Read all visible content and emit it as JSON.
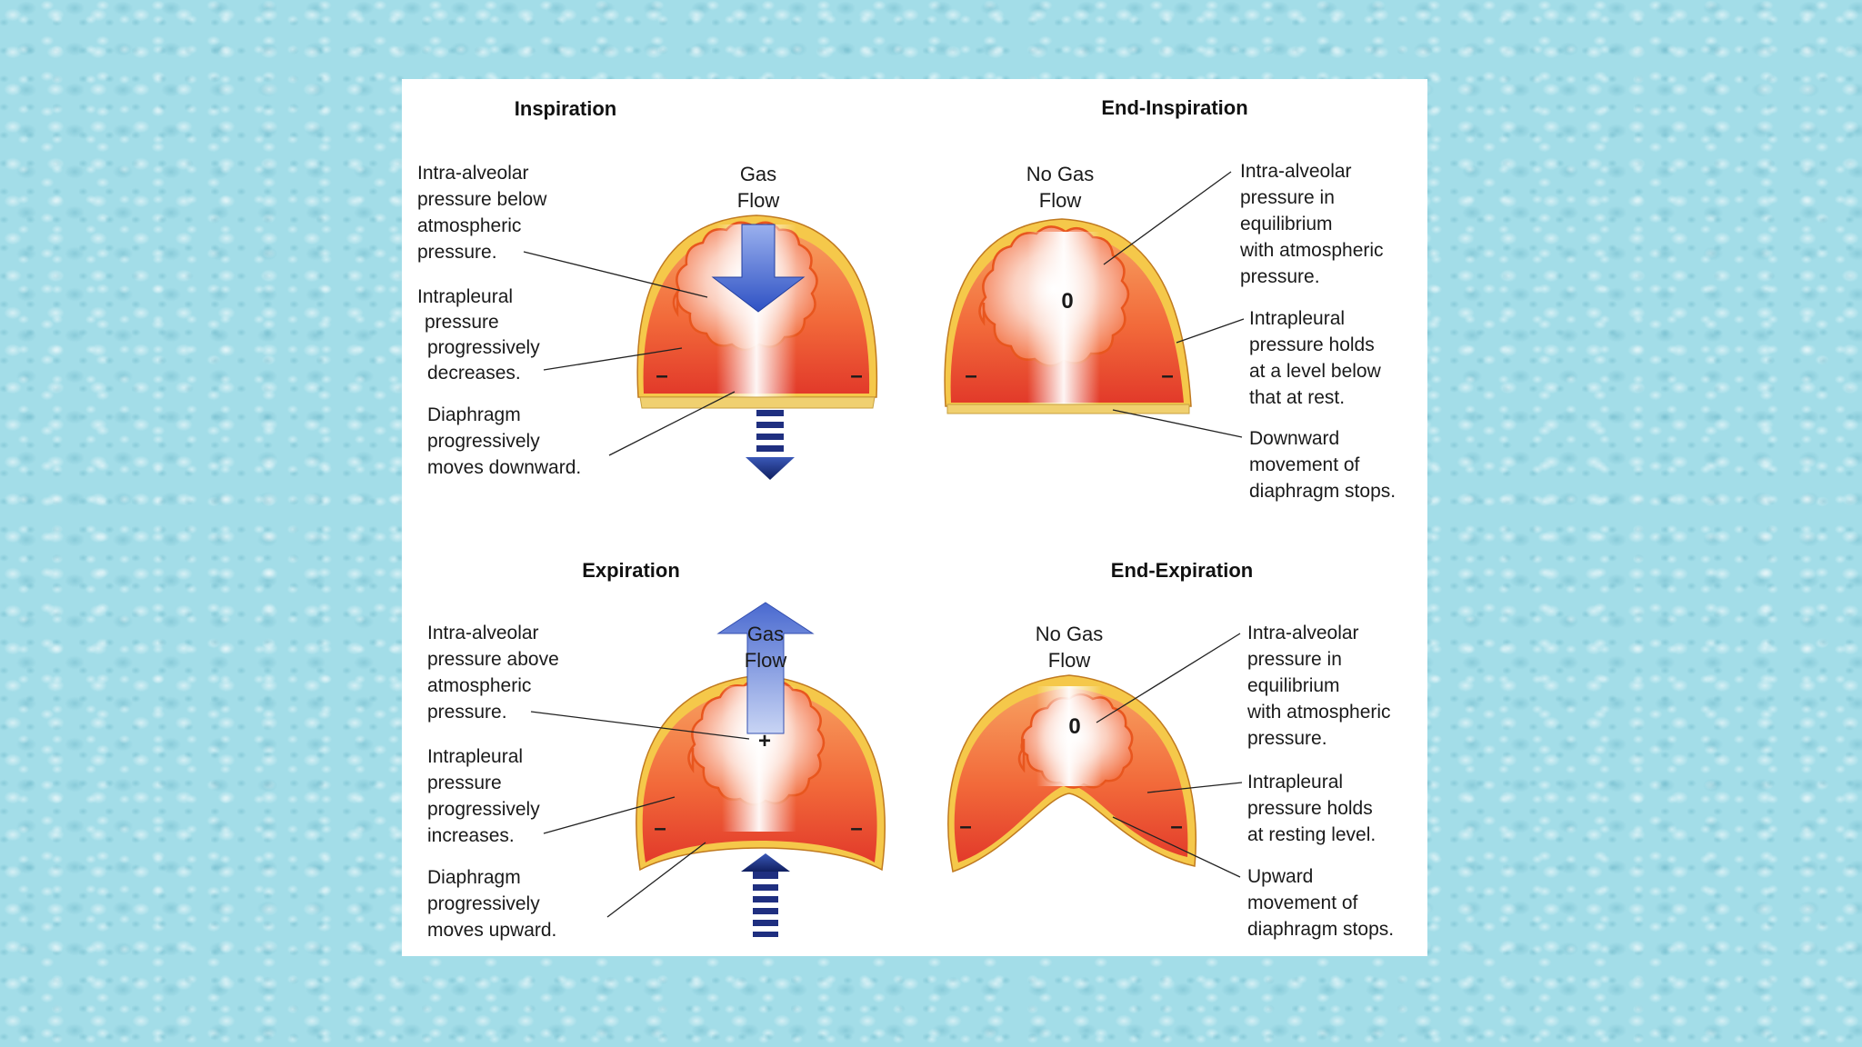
{
  "panels": {
    "inspiration": {
      "title": "Inspiration",
      "flow_label": [
        "Gas",
        "Flow"
      ],
      "alveolar_label": [
        "Intra-alveolar",
        "pressure below",
        "atmospheric",
        "pressure."
      ],
      "pleural_label": [
        "Intrapleural",
        "pressure",
        "progressively",
        "decreases."
      ],
      "diaphragm_label": [
        "Diaphragm",
        "progressively",
        "moves downward."
      ],
      "pleural_sign": "–"
    },
    "end_inspiration": {
      "title": "End-Inspiration",
      "flow_label": [
        "No Gas",
        "Flow"
      ],
      "alveolar_value": "0",
      "alveolar_label": [
        "Intra-alveolar",
        "pressure in",
        "equilibrium",
        "with atmospheric",
        "pressure."
      ],
      "pleural_label": [
        "Intrapleural",
        "pressure holds",
        "at a level below",
        "that at rest."
      ],
      "diaphragm_label": [
        "Downward",
        "movement of",
        "diaphragm stops."
      ],
      "pleural_sign": "–"
    },
    "expiration": {
      "title": "Expiration",
      "flow_label": [
        "Gas",
        "Flow"
      ],
      "alveolar_sign": "+",
      "alveolar_label": [
        "Intra-alveolar",
        "pressure above",
        "atmospheric",
        "pressure."
      ],
      "pleural_label": [
        "Intrapleural",
        "pressure",
        "progressively",
        "increases."
      ],
      "diaphragm_label": [
        "Diaphragm",
        "progressively",
        "moves upward."
      ],
      "pleural_sign": "–"
    },
    "end_expiration": {
      "title": "End-Expiration",
      "flow_label": [
        "No Gas",
        "Flow"
      ],
      "alveolar_value": "0",
      "alveolar_label": [
        "Intra-alveolar",
        "pressure in",
        "equilibrium",
        "with atmospheric",
        "pressure."
      ],
      "pleural_label": [
        "Intrapleural",
        "pressure holds",
        "at resting level."
      ],
      "diaphragm_label": [
        "Upward",
        "movement of",
        "diaphragm stops."
      ],
      "pleural_sign": "–"
    }
  },
  "colors": {
    "pleural_outer": "#f5c84a",
    "lung_red": "#e8402a",
    "lung_orange": "#f7883a",
    "alveolar_light": "#ffffff",
    "arrow_blue": "#3b5fc8",
    "arrow_dark": "#1a2a70",
    "diaphragm": "#f0d070"
  }
}
